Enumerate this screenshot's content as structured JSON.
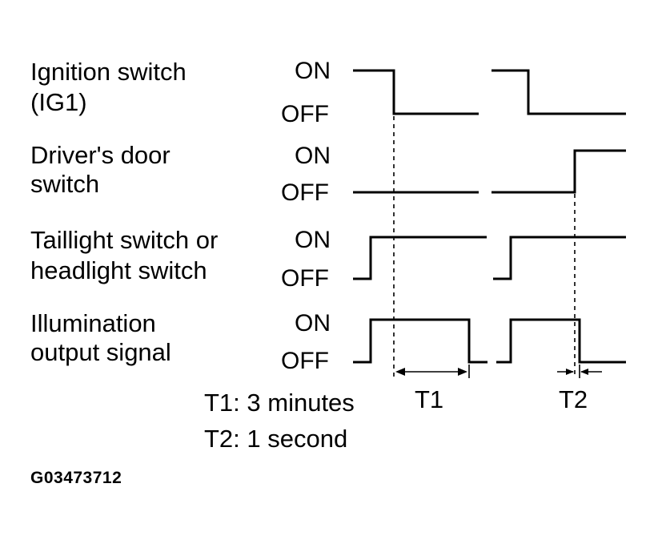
{
  "signals": [
    {
      "name": "Ignition switch\n(IG1)",
      "on_label": "ON",
      "off_label": "OFF"
    },
    {
      "name": "Driver's door\nswitch",
      "on_label": "ON",
      "off_label": "OFF"
    },
    {
      "name": "Taillight switch or\nheadlight switch",
      "on_label": "ON",
      "off_label": "OFF"
    },
    {
      "name": "Illumination\noutput signal",
      "on_label": "ON",
      "off_label": "OFF"
    }
  ],
  "notes": {
    "t1": "T1: 3 minutes",
    "t2": "T2: 1 second"
  },
  "intervals": {
    "t1": "T1",
    "t2": "T2"
  },
  "figure_id": "G03473712"
}
